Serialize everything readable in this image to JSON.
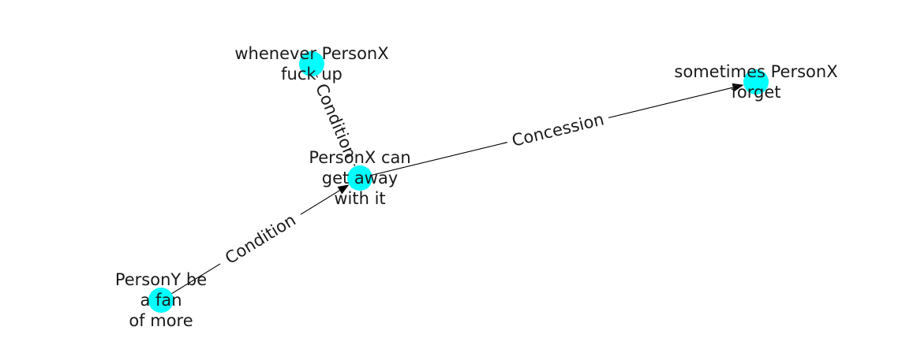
{
  "colors": {
    "node_fill": "#00ffff",
    "edge": "#000000",
    "text": "#1a1a1a",
    "background": "#ffffff"
  },
  "nodes": [
    {
      "id": "whenever",
      "lines": [
        "whenever PersonX",
        "fuck up"
      ]
    },
    {
      "id": "sometimes",
      "lines": [
        "sometimes PersonX",
        "forget"
      ]
    },
    {
      "id": "getaway",
      "lines": [
        "PersonX can",
        "get away",
        "with it"
      ]
    },
    {
      "id": "fan",
      "lines": [
        "PersonY be",
        "a fan",
        "of more"
      ]
    }
  ],
  "edges": [
    {
      "source": "whenever",
      "target": "getaway",
      "label": "Condition"
    },
    {
      "source": "fan",
      "target": "getaway",
      "label": "Condition"
    },
    {
      "source": "getaway",
      "target": "sometimes",
      "label": "Concession"
    }
  ]
}
